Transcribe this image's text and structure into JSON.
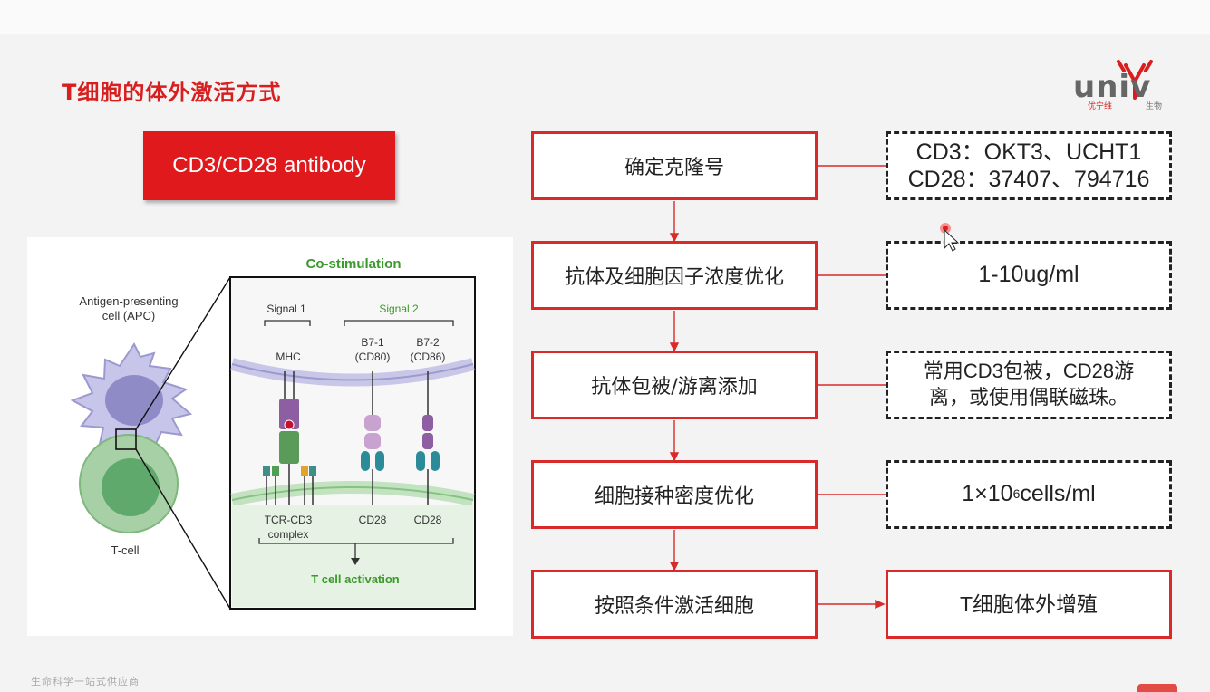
{
  "slide": {
    "title": "T细胞的体外激活方式",
    "footer": "生命科学一站式供应商"
  },
  "logo": {
    "word": "univ",
    "sub_red": "优宁维",
    "sub_gray": "生物"
  },
  "highlight": {
    "label": "CD3/CD28 antibody"
  },
  "figure": {
    "heading": "Co-stimulation",
    "apc_label_1": "Antigen-presenting",
    "apc_label_2": "cell (APC)",
    "tcell_label": "T-cell",
    "signal1": "Signal 1",
    "signal2": "Signal 2",
    "mhc": "MHC",
    "b71_1": "B7-1",
    "b71_2": "(CD80)",
    "b72_1": "B7-2",
    "b72_2": "(CD86)",
    "tcr_1": "TCR-CD3",
    "tcr_2": "complex",
    "cd28_a": "CD28",
    "cd28_b": "CD28",
    "activation": "T cell activation"
  },
  "steps": [
    "确定克隆号",
    "抗体及细胞因子浓度优化",
    "抗体包被/游离添加",
    "细胞接种密度优化",
    "按照条件激活细胞"
  ],
  "notes": {
    "clone_line1": "CD3：OKT3、UCHT1",
    "clone_line2": "CD28：37407、794716",
    "concentration": "1-10ug/ml",
    "coating_line1": "常用CD3包被，CD28游",
    "coating_line2": "离，或使用偶联磁珠。",
    "density_base": "1×10",
    "density_exp": "6",
    "density_unit": "cells/ml",
    "result": "T细胞体外增殖"
  },
  "colors": {
    "accent_red": "#d92a2a",
    "title_red": "#d81e1e",
    "green": "#3a9a2a"
  }
}
